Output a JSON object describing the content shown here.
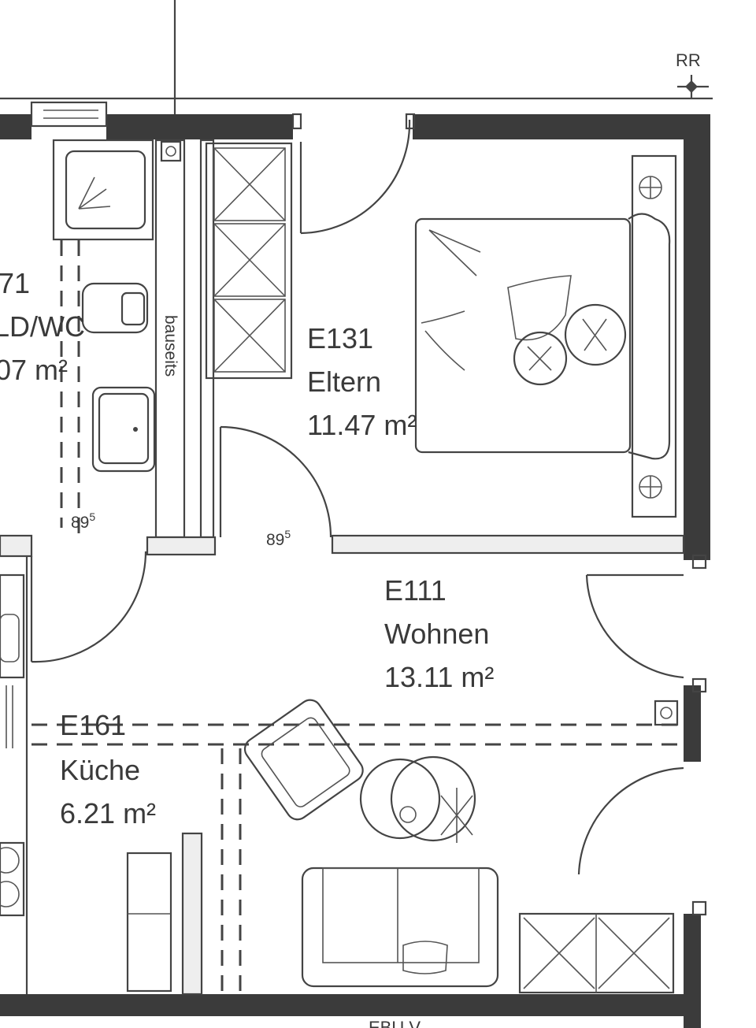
{
  "plan": {
    "north_marker": "RR",
    "rooms": [
      {
        "id": "E131",
        "name": "Eltern",
        "area": "11.47 m²"
      },
      {
        "id": "E111",
        "name": "Wohnen",
        "area": "13.11 m²"
      },
      {
        "id": "E161",
        "name": "Küche",
        "area": "6.21 m²"
      }
    ],
    "bath_partial": {
      "id": "71",
      "name": "LD/WC",
      "area": "07 m²"
    },
    "duct_label": "bauseits",
    "door_widths": [
      {
        "main": "89",
        "sup": "5"
      },
      {
        "main": "89",
        "sup": "5"
      }
    ],
    "bottom_cut_text": "EBU V"
  }
}
